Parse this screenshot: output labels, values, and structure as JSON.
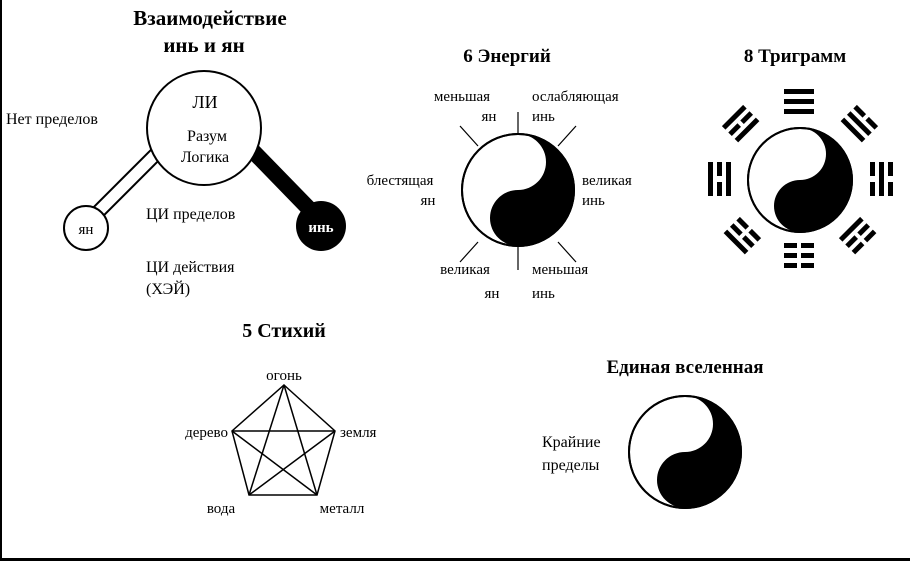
{
  "interaction": {
    "title_line1": "Взаимодействие",
    "title_line2": "инь и ян",
    "li": "ЛИ",
    "reason": "Разум",
    "logic": "Логика",
    "no_limits": "Нет пределов",
    "yang": "ян",
    "yin": "инь",
    "qi_limits": "ЦИ пределов",
    "qi_action_line1": "ЦИ действия",
    "qi_action_line2": "(ХЭЙ)"
  },
  "energies": {
    "title": "6 Энергий",
    "lesser_yang": [
      "меньшая",
      "ян"
    ],
    "weakening_yin": [
      "ослабляющая",
      "инь"
    ],
    "shining_yang": [
      "блестящая",
      "ян"
    ],
    "great_yin": [
      "великая",
      "инь"
    ],
    "great_yang": [
      "великая",
      "ян"
    ],
    "lesser_yin": [
      "меньшая",
      "инь"
    ]
  },
  "trigrams": {
    "title": "8 Триграмм"
  },
  "elements": {
    "title": "5 Стихий",
    "fire": "огонь",
    "wood": "дерево",
    "earth": "земля",
    "water": "вода",
    "metal": "металл"
  },
  "universe": {
    "title": "Единая вселенная",
    "extreme_line1": "Крайние",
    "extreme_line2": "пределы"
  },
  "colors": {
    "ink": "#000000",
    "paper": "#ffffff"
  }
}
